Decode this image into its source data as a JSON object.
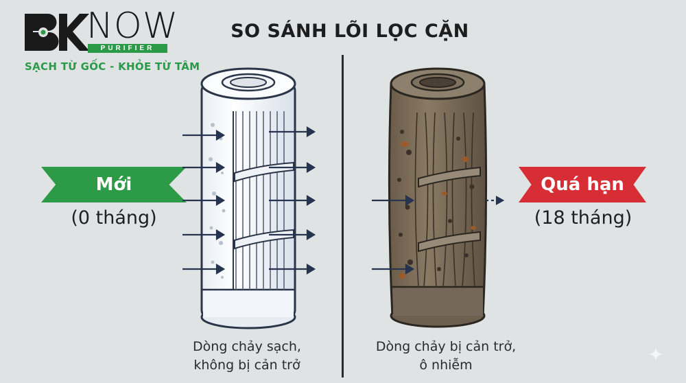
{
  "brand": {
    "name": "BK NOW",
    "logo_letters": "BK",
    "logo_word": "NOW",
    "sub_word": "PURIFIER",
    "slogan": "SẠCH TỪ GỐC - KHỎE TỪ TÂM",
    "color": "#2a9a48"
  },
  "title": "SO SÁNH LÕI LỌC CẶN",
  "left": {
    "badge": "Mới",
    "sub": "(0 tháng)",
    "caption_line1": "Dòng chảy sạch,",
    "caption_line2": "không bị cản trở",
    "badge_color": "#2c9a46"
  },
  "right": {
    "badge": "Quá hạn",
    "sub": "(18 tháng)",
    "caption_line1": "Dòng chảy bị cản trở,",
    "caption_line2": "ô nhiễm",
    "badge_color": "#d62e34"
  },
  "icons": [
    "flow-arrow-icon",
    "sparkle-icon"
  ]
}
